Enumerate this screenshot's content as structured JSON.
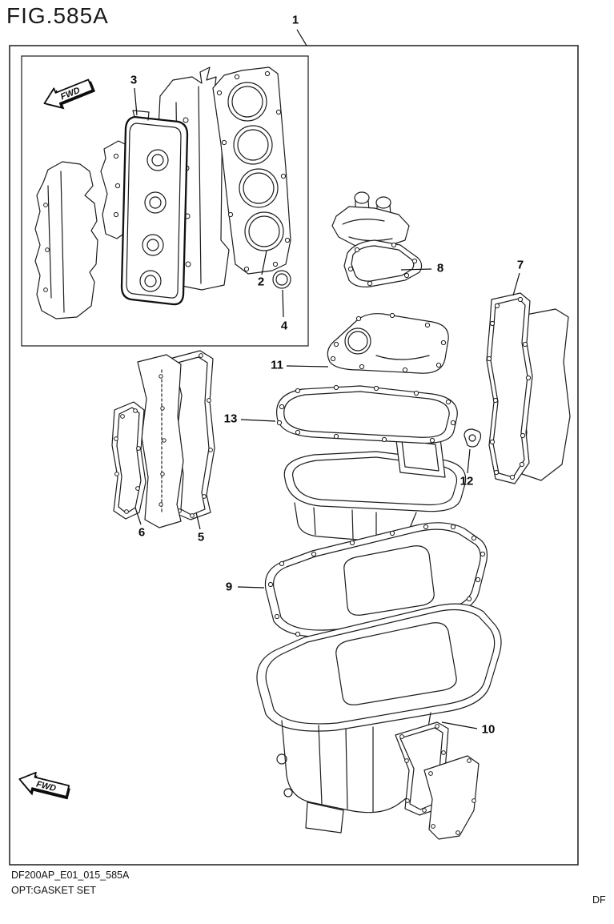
{
  "figure": {
    "title": "FIG.585A",
    "corner_code": "DF"
  },
  "footer": {
    "model_code": "DF200AP_E01_015_585A",
    "caption": "OPT:GASKET SET"
  },
  "fwd_label": "FWD",
  "parts": {
    "1": "1",
    "2": "2",
    "3": "3",
    "4": "4",
    "5": "5",
    "6": "6",
    "7": "7",
    "8": "8",
    "9": "9",
    "10": "10",
    "11": "11",
    "12": "12",
    "13": "13"
  },
  "line_color": "#1c1c1c",
  "background_color": "#ffffff"
}
